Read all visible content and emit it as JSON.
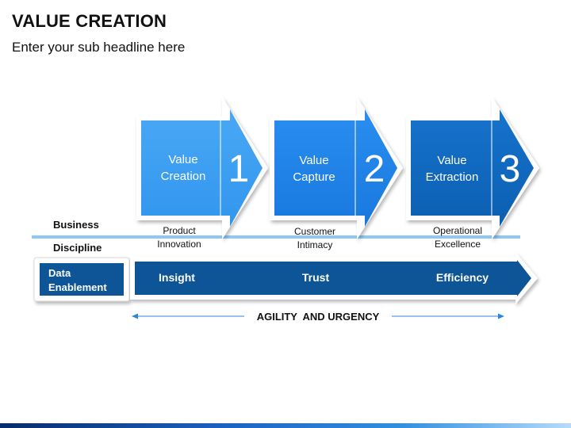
{
  "header": {
    "title": "VALUE CREATION",
    "subtitle": "Enter your sub headline here"
  },
  "colors": {
    "stage1": "#3d9ff2",
    "stage2": "#1f84e8",
    "stage3": "#0f6ac3",
    "band": "#0d5597",
    "divider_line": "#8ec8f5",
    "text_dark": "#111111"
  },
  "stages": [
    {
      "line1": "Value",
      "line2": "Creation",
      "number": "1",
      "label_line1": "Product",
      "label_line2": "Innovation"
    },
    {
      "line1": "Value",
      "line2": "Capture",
      "number": "2",
      "label_line1": "Customer",
      "label_line2": "Intimacy"
    },
    {
      "line1": "Value",
      "line2": "Extraction",
      "number": "3",
      "label_line1": "Operational",
      "label_line2": "Excellence"
    }
  ],
  "left_labels": {
    "business": "Business",
    "discipline": "Discipline",
    "data_line1": "Data",
    "data_line2": "Enablement"
  },
  "band": {
    "items": [
      "Insight",
      "Trust",
      "Efficiency"
    ]
  },
  "footer_arrow": {
    "label": "AGILITY  AND URGENCY"
  }
}
